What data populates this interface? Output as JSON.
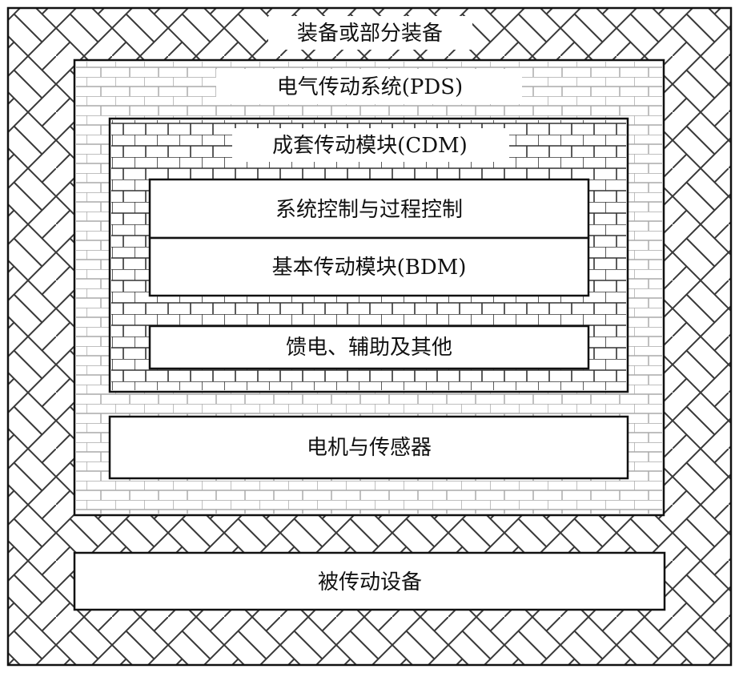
{
  "diagram": {
    "outer_label": "装备或部分装备",
    "pds_label": "电气传动系统(PDS)",
    "cdm_label": "成套传动模块(CDM)",
    "system_control_label": "系统控制与过程控制",
    "bdm_label": "基本传动模块(BDM)",
    "feeder_label": "馈电、辅助及其他",
    "motor_label": "电机与传感器",
    "driven_label": "被传动设备"
  },
  "colors": {
    "stroke": "#111111",
    "pattern_line": "#3a3a3a",
    "pds_brick": "#aaaaaa",
    "fill_white": "#ffffff"
  }
}
